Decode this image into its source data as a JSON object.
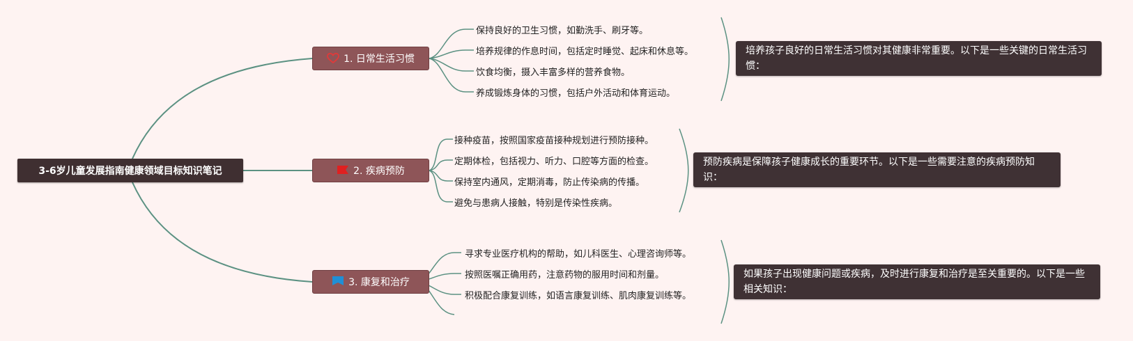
{
  "root": {
    "title": "3-6岁儿童发展指南健康领域目标知识笔记"
  },
  "branches": [
    {
      "label": "1. 日常生活习惯",
      "icon": "heart-icon",
      "leaves": [
        "保持良好的卫生习惯，如勤洗手、刷牙等。",
        "培养规律的作息时间，包括定时睡觉、起床和休息等。",
        "饮食均衡，摄入丰富多样的营养食物。",
        "养成锻炼身体的习惯，包括户外活动和体育运动。"
      ],
      "summary": "培养孩子良好的日常生活习惯对其健康非常重要。以下是一些关键的日常生活习惯："
    },
    {
      "label": "2. 疾病预防",
      "icon": "red-flag-icon",
      "leaves": [
        "接种疫苗，按照国家疫苗接种规划进行预防接种。",
        "定期体检，包括视力、听力、口腔等方面的检查。",
        "保持室内通风，定期消毒，防止传染病的传播。",
        "避免与患病人接触，特别是传染性疾病。"
      ],
      "summary": "预防疾病是保障孩子健康成长的重要环节。以下是一些需要注意的疾病预防知识："
    },
    {
      "label": "3. 康复和治疗",
      "icon": "blue-flag-icon",
      "leaves": [
        "寻求专业医疗机构的帮助，如儿科医生、心理咨询师等。",
        "按照医嘱正确用药，注意药物的服用时间和剂量。",
        "积极配合康复训练，如语言康复训练、肌肉康复训练等。",
        ""
      ],
      "summary": "如果孩子出现健康问题或疾病，及时进行康复和治疗是至关重要的。以下是一些相关知识："
    }
  ],
  "colors": {
    "background": "#fef3f2",
    "root_fill": "#3f2f31",
    "branch_fill": "#8e5558",
    "summary_fill": "#3f3134",
    "connector": "#5b9182",
    "heart": "#e03a3a",
    "red_flag": "#e02020",
    "blue_flag": "#1f8fd6"
  }
}
